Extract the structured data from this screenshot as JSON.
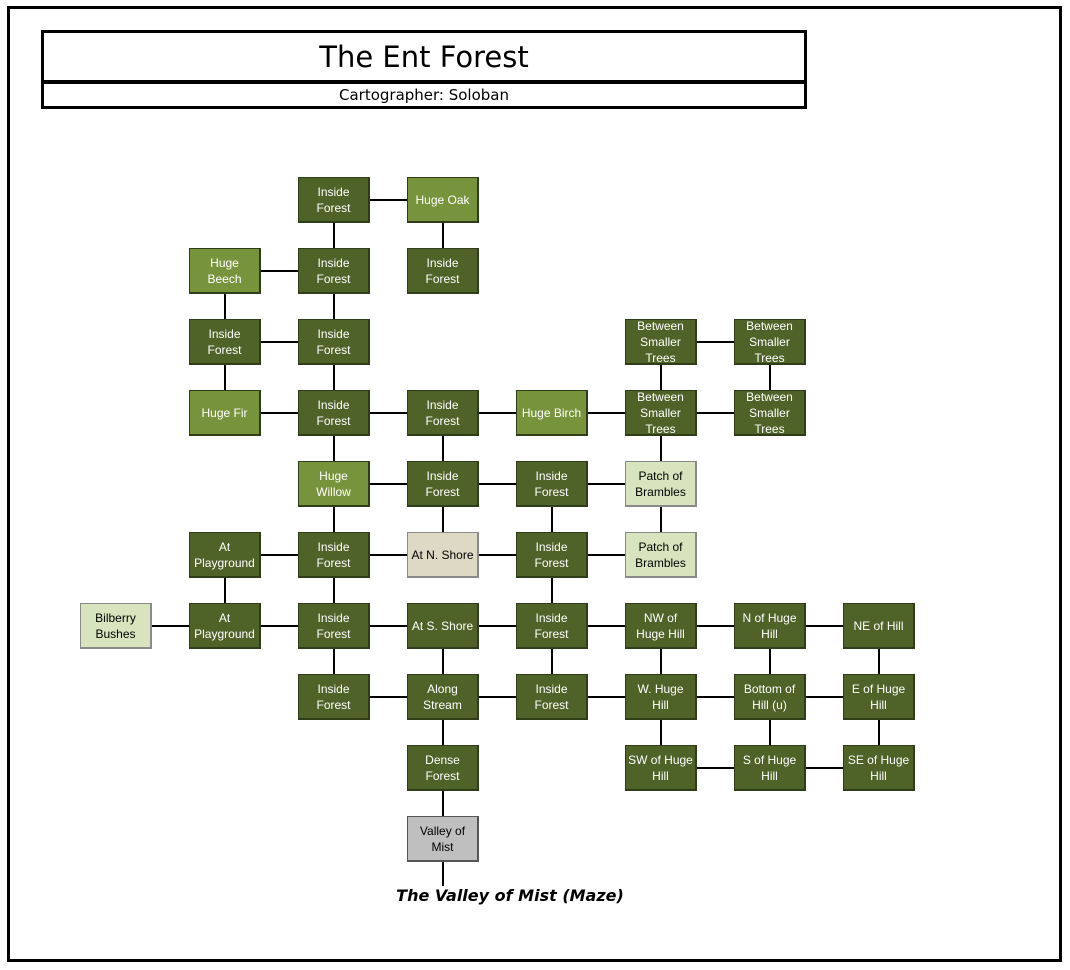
{
  "header": {
    "title": "The Ent Forest",
    "cartographer": "Cartographer: Soloban"
  },
  "colors": {
    "forest": "#4f6228",
    "huge_tree": "#77933c",
    "brush": "#d7e4bd",
    "shore": "#ddd9c4",
    "mist": "#bfbfbf",
    "link": "#000000"
  },
  "rooms": [
    {
      "id": "if1",
      "col": 2,
      "row": 0,
      "label": "Inside Forest",
      "kind": "forest"
    },
    {
      "id": "oak",
      "col": 3,
      "row": 0,
      "label": "Huge Oak",
      "kind": "huge"
    },
    {
      "id": "beech",
      "col": 1,
      "row": 1,
      "label": "Huge Beech",
      "kind": "huge"
    },
    {
      "id": "if2",
      "col": 2,
      "row": 1,
      "label": "Inside Forest",
      "kind": "forest"
    },
    {
      "id": "if3",
      "col": 3,
      "row": 1,
      "label": "Inside Forest",
      "kind": "forest"
    },
    {
      "id": "if4",
      "col": 1,
      "row": 2,
      "label": "Inside Forest",
      "kind": "forest"
    },
    {
      "id": "if5",
      "col": 2,
      "row": 2,
      "label": "Inside Forest",
      "kind": "forest"
    },
    {
      "id": "bst1",
      "col": 5,
      "row": 2,
      "label": "Between Smaller Trees",
      "kind": "forest"
    },
    {
      "id": "bst2",
      "col": 6,
      "row": 2,
      "label": "Between Smaller Trees",
      "kind": "forest"
    },
    {
      "id": "fir",
      "col": 1,
      "row": 3,
      "label": "Huge Fir",
      "kind": "huge"
    },
    {
      "id": "if6",
      "col": 2,
      "row": 3,
      "label": "Inside Forest",
      "kind": "forest"
    },
    {
      "id": "if7",
      "col": 3,
      "row": 3,
      "label": "Inside Forest",
      "kind": "forest"
    },
    {
      "id": "birch",
      "col": 4,
      "row": 3,
      "label": "Huge Birch",
      "kind": "huge"
    },
    {
      "id": "bst3",
      "col": 5,
      "row": 3,
      "label": "Between Smaller Trees",
      "kind": "forest"
    },
    {
      "id": "bst4",
      "col": 6,
      "row": 3,
      "label": "Between Smaller Trees",
      "kind": "forest"
    },
    {
      "id": "willow",
      "col": 2,
      "row": 4,
      "label": "Huge Willow",
      "kind": "huge"
    },
    {
      "id": "if8",
      "col": 3,
      "row": 4,
      "label": "Inside Forest",
      "kind": "forest"
    },
    {
      "id": "if9",
      "col": 4,
      "row": 4,
      "label": "Inside Forest",
      "kind": "forest"
    },
    {
      "id": "pb1",
      "col": 5,
      "row": 4,
      "label": "Patch of Brambles",
      "kind": "light"
    },
    {
      "id": "play1",
      "col": 1,
      "row": 5,
      "label": "At Playground",
      "kind": "forest"
    },
    {
      "id": "if10",
      "col": 2,
      "row": 5,
      "label": "Inside Forest",
      "kind": "forest"
    },
    {
      "id": "nshore",
      "col": 3,
      "row": 5,
      "label": "At N. Shore",
      "kind": "shore"
    },
    {
      "id": "if11",
      "col": 4,
      "row": 5,
      "label": "Inside Forest",
      "kind": "forest"
    },
    {
      "id": "pb2",
      "col": 5,
      "row": 5,
      "label": "Patch of Brambles",
      "kind": "light"
    },
    {
      "id": "bilberry",
      "col": 0,
      "row": 6,
      "label": "Bilberry Bushes",
      "kind": "light"
    },
    {
      "id": "play2",
      "col": 1,
      "row": 6,
      "label": "At Playground",
      "kind": "forest"
    },
    {
      "id": "if12",
      "col": 2,
      "row": 6,
      "label": "Inside Forest",
      "kind": "forest"
    },
    {
      "id": "sshore",
      "col": 3,
      "row": 6,
      "label": "At S. Shore",
      "kind": "forest"
    },
    {
      "id": "if13",
      "col": 4,
      "row": 6,
      "label": "Inside Forest",
      "kind": "forest"
    },
    {
      "id": "nwhill",
      "col": 5,
      "row": 6,
      "label": "NW of Huge Hill",
      "kind": "forest"
    },
    {
      "id": "nhill",
      "col": 6,
      "row": 6,
      "label": "N of Huge Hill",
      "kind": "forest"
    },
    {
      "id": "nehill",
      "col": 7,
      "row": 6,
      "label": "NE of Hill",
      "kind": "forest"
    },
    {
      "id": "if14",
      "col": 2,
      "row": 7,
      "label": "Inside Forest",
      "kind": "forest"
    },
    {
      "id": "stream",
      "col": 3,
      "row": 7,
      "label": "Along Stream",
      "kind": "forest"
    },
    {
      "id": "if15",
      "col": 4,
      "row": 7,
      "label": "Inside Forest",
      "kind": "forest"
    },
    {
      "id": "whill",
      "col": 5,
      "row": 7,
      "label": "W. Huge Hill",
      "kind": "forest"
    },
    {
      "id": "bottom",
      "col": 6,
      "row": 7,
      "label": "Bottom of Hill (u)",
      "kind": "forest"
    },
    {
      "id": "ehill",
      "col": 7,
      "row": 7,
      "label": "E of Huge Hill",
      "kind": "forest"
    },
    {
      "id": "dense",
      "col": 3,
      "row": 8,
      "label": "Dense Forest",
      "kind": "forest"
    },
    {
      "id": "swhill",
      "col": 5,
      "row": 8,
      "label": "SW of Huge Hill",
      "kind": "forest"
    },
    {
      "id": "shill",
      "col": 6,
      "row": 8,
      "label": "S of Huge Hill",
      "kind": "forest"
    },
    {
      "id": "sehill",
      "col": 7,
      "row": 8,
      "label": "SE of Huge Hill",
      "kind": "forest"
    },
    {
      "id": "mist",
      "col": 3,
      "row": 9,
      "label": "Valley of Mist",
      "kind": "mist"
    }
  ],
  "links": [
    [
      "if1",
      "oak"
    ],
    [
      "if1",
      "if2"
    ],
    [
      "oak",
      "if3"
    ],
    [
      "beech",
      "if2"
    ],
    [
      "if2",
      "if5"
    ],
    [
      "beech",
      "if4"
    ],
    [
      "if4",
      "if5"
    ],
    [
      "if4",
      "fir"
    ],
    [
      "if5",
      "if6"
    ],
    [
      "bst1",
      "bst2"
    ],
    [
      "bst1",
      "bst3"
    ],
    [
      "bst2",
      "bst4"
    ],
    [
      "fir",
      "if6"
    ],
    [
      "if6",
      "if7"
    ],
    [
      "if7",
      "birch"
    ],
    [
      "birch",
      "bst3"
    ],
    [
      "bst3",
      "bst4"
    ],
    [
      "if6",
      "willow"
    ],
    [
      "if7",
      "if8"
    ],
    [
      "bst3",
      "pb1"
    ],
    [
      "willow",
      "if8"
    ],
    [
      "if8",
      "if9"
    ],
    [
      "if9",
      "pb1"
    ],
    [
      "willow",
      "if10"
    ],
    [
      "if8",
      "nshore"
    ],
    [
      "if9",
      "if11"
    ],
    [
      "pb1",
      "pb2"
    ],
    [
      "play1",
      "if10"
    ],
    [
      "if10",
      "nshore"
    ],
    [
      "nshore",
      "if11"
    ],
    [
      "if11",
      "pb2"
    ],
    [
      "play1",
      "play2"
    ],
    [
      "if10",
      "if12"
    ],
    [
      "if11",
      "if13"
    ],
    [
      "bilberry",
      "play2"
    ],
    [
      "play2",
      "if12"
    ],
    [
      "if12",
      "sshore"
    ],
    [
      "sshore",
      "if13"
    ],
    [
      "if13",
      "nwhill"
    ],
    [
      "nwhill",
      "nhill"
    ],
    [
      "nhill",
      "nehill"
    ],
    [
      "if12",
      "if14"
    ],
    [
      "sshore",
      "stream"
    ],
    [
      "if13",
      "if15"
    ],
    [
      "nwhill",
      "whill"
    ],
    [
      "nhill",
      "bottom"
    ],
    [
      "nehill",
      "ehill"
    ],
    [
      "if14",
      "stream"
    ],
    [
      "stream",
      "if15"
    ],
    [
      "if15",
      "whill"
    ],
    [
      "whill",
      "bottom"
    ],
    [
      "bottom",
      "ehill"
    ],
    [
      "stream",
      "dense"
    ],
    [
      "whill",
      "swhill"
    ],
    [
      "bottom",
      "shill"
    ],
    [
      "ehill",
      "sehill"
    ],
    [
      "swhill",
      "shill"
    ],
    [
      "shill",
      "sehill"
    ],
    [
      "dense",
      "mist"
    ]
  ],
  "exit_label": "The Valley of Mist (Maze)"
}
